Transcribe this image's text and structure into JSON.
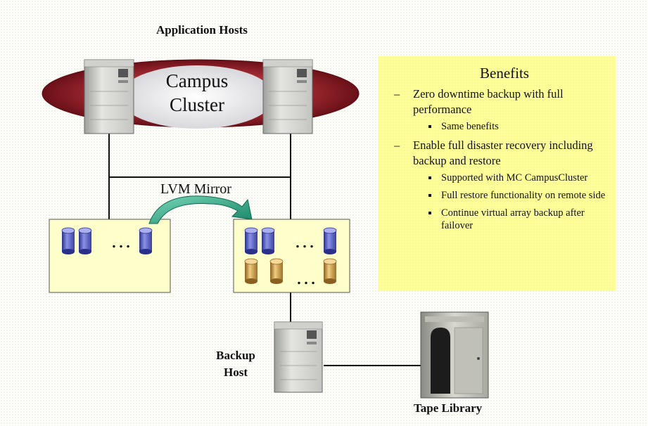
{
  "labels": {
    "application_hosts": "Application Hosts",
    "campus_cluster_line1": "Campus",
    "campus_cluster_line2": "Cluster",
    "lvm_mirror": "LVM Mirror",
    "backup_host_line1": "Backup",
    "backup_host_line2": "Host",
    "tape_library": "Tape Library",
    "ellipsis": "…"
  },
  "benefits": {
    "title": "Benefits",
    "items": [
      {
        "text": "Zero downtime backup with full performance",
        "sub": [
          "Same benefits"
        ]
      },
      {
        "text": "Enable full disaster recovery including backup and restore",
        "sub": [
          "Supported with MC CampusCluster",
          "Full restore functionality on remote side",
          "Continue virtual array backup after failover"
        ]
      }
    ]
  },
  "colors": {
    "cluster_ring": "#8c1c22",
    "cluster_center": "#f0f0f0",
    "storage_box_fill": "#ffffcc",
    "disk_blue": "#5a64c8",
    "disk_tan": "#c8a050",
    "mirror_arrow": "#1f9a7a",
    "benefits_fill": "#ffff99"
  },
  "icons": {
    "server": "server-tower-icon",
    "disk": "disk-cylinder-icon",
    "tape_library": "tape-library-icon",
    "arrow": "curved-arrow-icon"
  }
}
